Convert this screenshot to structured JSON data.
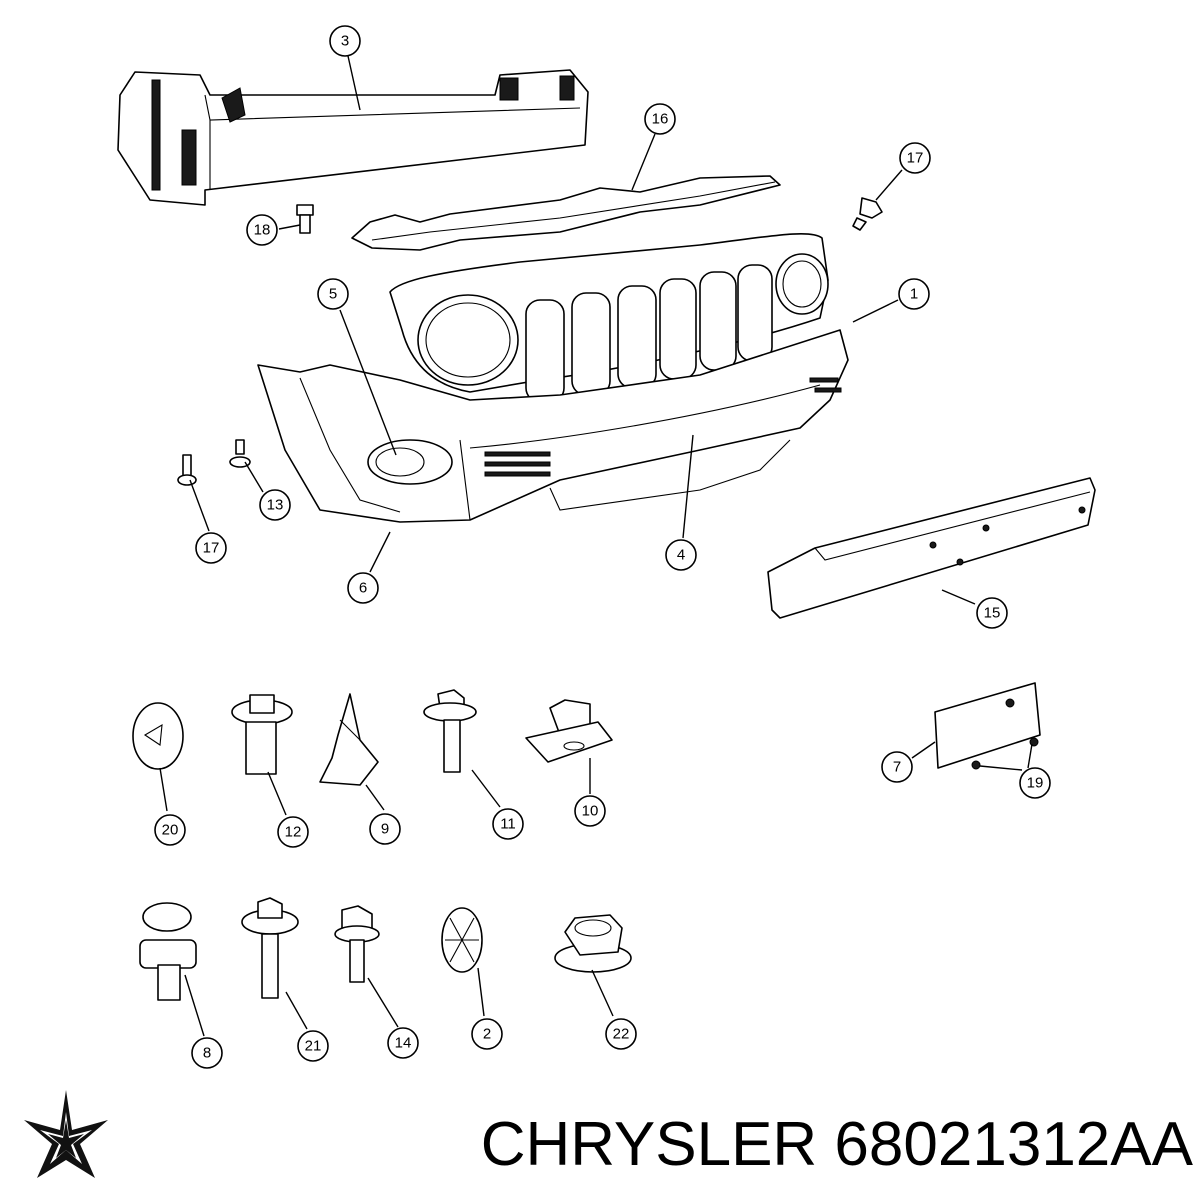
{
  "brand": {
    "title": "CHRYSLER 68021312AA",
    "logo_icon": "chrysler-pentastar-icon"
  },
  "callouts": {
    "c3": "3",
    "c16": "16",
    "c17a": "17",
    "c18": "18",
    "c5": "5",
    "c1": "1",
    "c13": "13",
    "c17b": "17",
    "c6": "6",
    "c4": "4",
    "c15": "15",
    "c20": "20",
    "c12": "12",
    "c9": "9",
    "c11": "11",
    "c10": "10",
    "c7": "7",
    "c19": "19",
    "c8": "8",
    "c21": "21",
    "c14": "14",
    "c2": "2",
    "c22": "22"
  },
  "colors": {
    "line": "#000000",
    "background": "#ffffff"
  }
}
